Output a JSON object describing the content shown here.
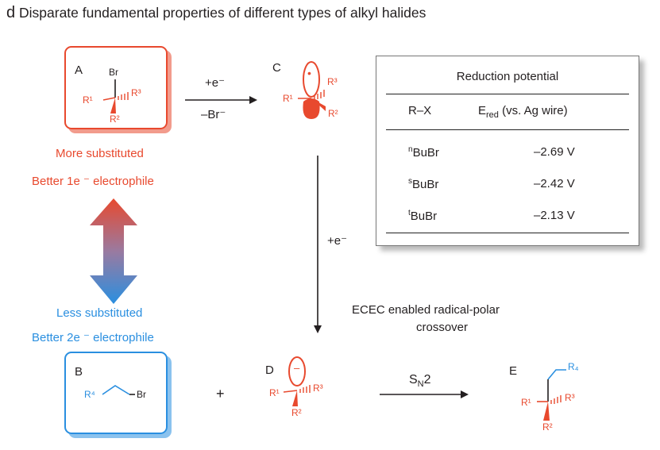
{
  "heading": {
    "letter": "d",
    "text": "Disparate fundamental properties of different types of alkyl halides"
  },
  "compounds": {
    "A": {
      "label": "A",
      "br": "Br",
      "r1": "R¹",
      "r2": "R²",
      "r3": "R³"
    },
    "B": {
      "label": "B",
      "r4": "R⁴",
      "br": "Br"
    },
    "C": {
      "label": "C",
      "dot": "•",
      "r1": "R¹",
      "r2": "R²",
      "r3": "R³"
    },
    "D": {
      "label": "D",
      "minus": "–",
      "r1": "R¹",
      "r2": "R²",
      "r3": "R³"
    },
    "E": {
      "label": "E",
      "r4": "R₄",
      "r1": "R¹",
      "r2": "R²",
      "r3": "R³"
    }
  },
  "arrows": {
    "a_to_c_top": "+e⁻",
    "a_to_c_bottom": "–Br⁻",
    "c_to_d": "+e⁻",
    "plus": "+",
    "sn2": "S",
    "sn2_sub": "N",
    "sn2_num": "2"
  },
  "captions": {
    "more_line1": "More substituted",
    "more_line2": "Better 1e ⁻ electrophile",
    "less_line1": "Less substituted",
    "less_line2": "Better 2e ⁻ electrophile",
    "ecec_line1": "ECEC enabled radical-polar",
    "ecec_line2": "crossover"
  },
  "table": {
    "title": "Reduction potential",
    "col1": "R–X",
    "col2_main": "E",
    "col2_sub": "red",
    "col2_rest": "(vs. Ag wire)",
    "rows": [
      {
        "sup": "n",
        "name": "BuBr",
        "value": "–2.69 V"
      },
      {
        "sup": "s",
        "name": "BuBr",
        "value": "–2.42 V"
      },
      {
        "sup": "t",
        "name": "BuBr",
        "value": "–2.13 V"
      }
    ]
  },
  "colors": {
    "red": "#e8492e",
    "blue": "#2a8fe0",
    "ink": "#231f20"
  }
}
